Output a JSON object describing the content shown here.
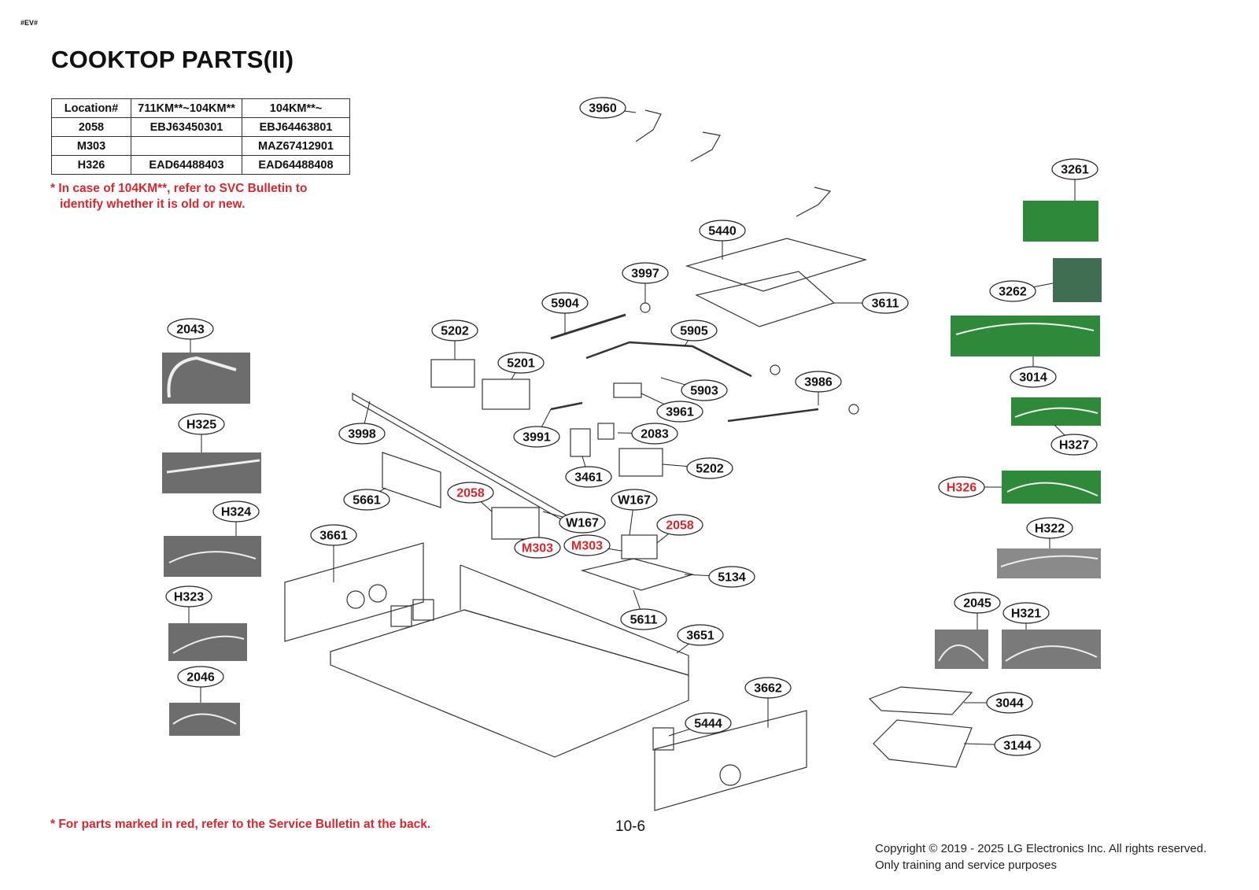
{
  "page": {
    "tag": "#EV#",
    "title": "COOKTOP PARTS(II)",
    "page_number": "10-6",
    "copyright_line1": "Copyright © 2019 - 2025 LG Electronics Inc. All rights reserved.",
    "copyright_line2": "Only training and service purposes",
    "note_top_line1": "* In case of 104KM**, refer to SVC Bulletin to",
    "note_top_line2": "identify whether it is old or new.",
    "note_bottom": "* For parts marked in red, refer to the Service Bulletin at the back."
  },
  "location_table": {
    "headers": [
      "Location#",
      "711KM**~104KM**",
      "104KM**~"
    ],
    "rows": [
      [
        "2058",
        "EBJ63450301",
        "EBJ64463801"
      ],
      [
        "M303",
        "",
        "MAZ67412901"
      ],
      [
        "H326",
        "EAD64488403",
        "EAD64488408"
      ]
    ]
  },
  "colors": {
    "red": "#d6282f",
    "line": "#222222",
    "pcb_green": "#2e8a3a",
    "photo_gray": "#6d6d6d"
  },
  "labels": [
    {
      "id": "3960",
      "red": false
    },
    {
      "id": "3261",
      "red": false
    },
    {
      "id": "5440",
      "red": false
    },
    {
      "id": "3997",
      "red": false
    },
    {
      "id": "3262",
      "red": false
    },
    {
      "id": "5904",
      "red": false
    },
    {
      "id": "3611",
      "red": false
    },
    {
      "id": "2043",
      "red": false
    },
    {
      "id": "5202",
      "red": false
    },
    {
      "id": "5905",
      "red": false
    },
    {
      "id": "5201",
      "red": false
    },
    {
      "id": "3014",
      "red": false
    },
    {
      "id": "5903",
      "red": false
    },
    {
      "id": "3986",
      "red": false
    },
    {
      "id": "H325",
      "red": false
    },
    {
      "id": "3998",
      "red": false
    },
    {
      "id": "3961",
      "red": false
    },
    {
      "id": "3991",
      "red": false
    },
    {
      "id": "2083",
      "red": false
    },
    {
      "id": "H327",
      "red": false
    },
    {
      "id": "5202",
      "red": false
    },
    {
      "id": "3461",
      "red": false
    },
    {
      "id": "H326",
      "red": true
    },
    {
      "id": "2058",
      "red": true
    },
    {
      "id": "5661",
      "red": false
    },
    {
      "id": "W167",
      "red": false
    },
    {
      "id": "H324",
      "red": false
    },
    {
      "id": "W167",
      "red": false
    },
    {
      "id": "3661",
      "red": false
    },
    {
      "id": "2058",
      "red": true
    },
    {
      "id": "H322",
      "red": false
    },
    {
      "id": "M303",
      "red": true
    },
    {
      "id": "M303",
      "red": true
    },
    {
      "id": "5134",
      "red": false
    },
    {
      "id": "H323",
      "red": false
    },
    {
      "id": "2045",
      "red": false
    },
    {
      "id": "5611",
      "red": false
    },
    {
      "id": "H321",
      "red": false
    },
    {
      "id": "3651",
      "red": false
    },
    {
      "id": "2046",
      "red": false
    },
    {
      "id": "3662",
      "red": false
    },
    {
      "id": "3044",
      "red": false
    },
    {
      "id": "5444",
      "red": false
    },
    {
      "id": "3144",
      "red": false
    }
  ]
}
